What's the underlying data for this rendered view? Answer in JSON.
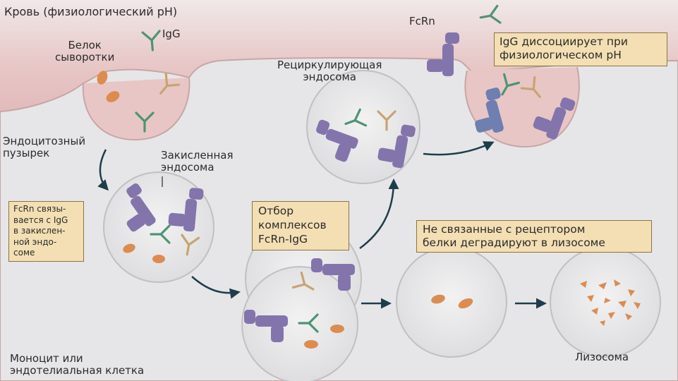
{
  "labels": {
    "blood": "Кровь (физиологический pH)",
    "serum_protein": "Белок\nсыворотки",
    "igg": "IgG",
    "fcrn": "FcRn",
    "endocytic_vesicle": "Эндоцитозный\nпузырек",
    "acidified_endosome": "Закисленная\nэндосома",
    "recycling_endosome": "Рециркулирующая\nэндосома",
    "cell": "Моноцит или\nэндотелиальная клетка",
    "lysosome": "Лизосома"
  },
  "boxes": {
    "dissociation": "IgG диссоциирует при\nфизиологическом pH",
    "binding": "FcRn связы-\nвается с IgG\nв закислен-\nной эндо-\nсоме",
    "sorting": "Отбор\nкомплексов\nFcRn-IgG",
    "degradation": "Не связанные с рецептором\nбелки деградируют в лизосоме"
  },
  "colors": {
    "blood": "#e8c4c4",
    "cell": "#e4e4e6",
    "receptor": "#8474ac",
    "igg_green": "#4e9474",
    "igg_tan": "#c8a470",
    "protein": "#dc8c50",
    "box_fill": "#f3dfb3"
  }
}
